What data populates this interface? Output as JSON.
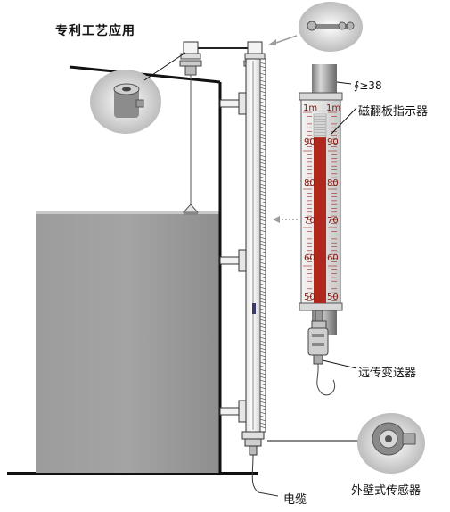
{
  "title": "专利工艺应用",
  "labels": {
    "diameter": "∮≥38",
    "indicator": "磁翻板指示器",
    "remote_transmitter": "远传变送器",
    "external_sensor": "外壁式传感器",
    "cable": "电缆"
  },
  "scale": {
    "top_mark": "1m",
    "ticks": [
      "90",
      "80",
      "70",
      "60",
      "50"
    ]
  },
  "colors": {
    "tank_fill": "#9a9a9a",
    "tank_top": "#c9c9c9",
    "indicator_red": "#b0281c",
    "arrow_gray": "#9c9c9c",
    "line_dark": "#111111"
  }
}
